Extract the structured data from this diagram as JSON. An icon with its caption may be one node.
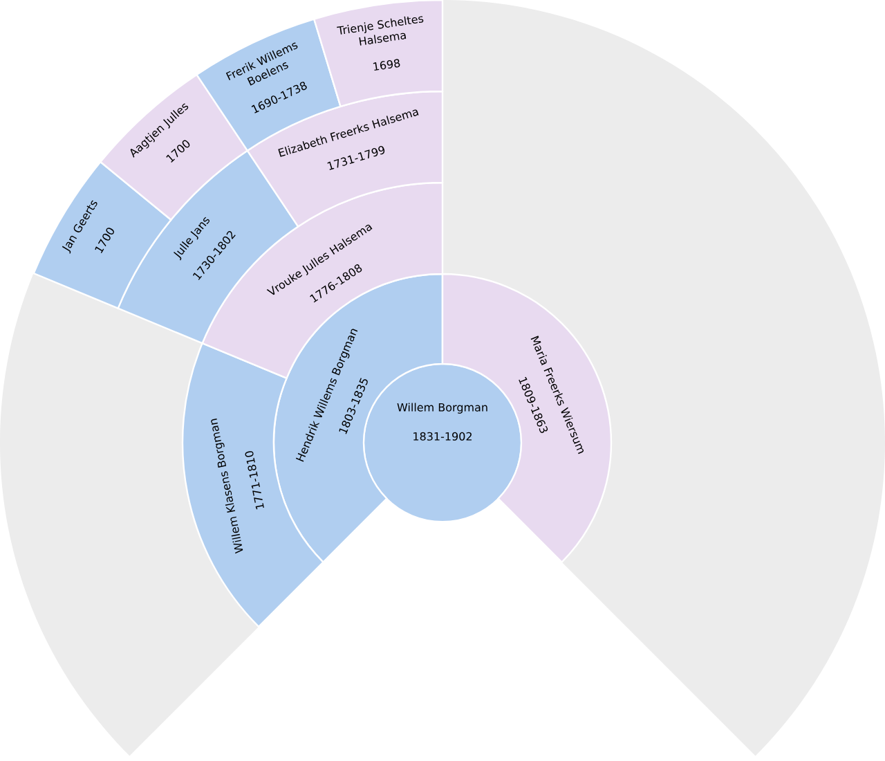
{
  "diagram": {
    "nodes": [
      {
        "text": [
          "Willem Borgman",
          "1831-1902"
        ]
      },
      {
        "text": [
          "Hendrik Willems Borgman",
          "1803-1835"
        ]
      },
      {
        "text": [
          "Maria Freerks Wiersum",
          "1809-1863"
        ]
      },
      {
        "text": [
          "Willem Klasens Borgman",
          "1771-1810"
        ]
      },
      {
        "text": [
          "Vrouke Julles Halsema",
          "1776-1808"
        ]
      },
      {
        "text": [
          "Julle Jans",
          "1730-1802"
        ]
      },
      {
        "text": [
          "Elizabeth Freerks Halsema",
          "1731-1799"
        ]
      },
      {
        "text": [
          "Jan Geerts",
          "1700"
        ]
      },
      {
        "text": [
          "Aagtjen Julles",
          "1700"
        ]
      },
      {
        "text": [
          "Frerik Willems Boelens",
          "1690-1738"
        ]
      },
      {
        "text": [
          "Trienje Scheltes Halsema",
          "1698"
        ]
      }
    ]
  }
}
